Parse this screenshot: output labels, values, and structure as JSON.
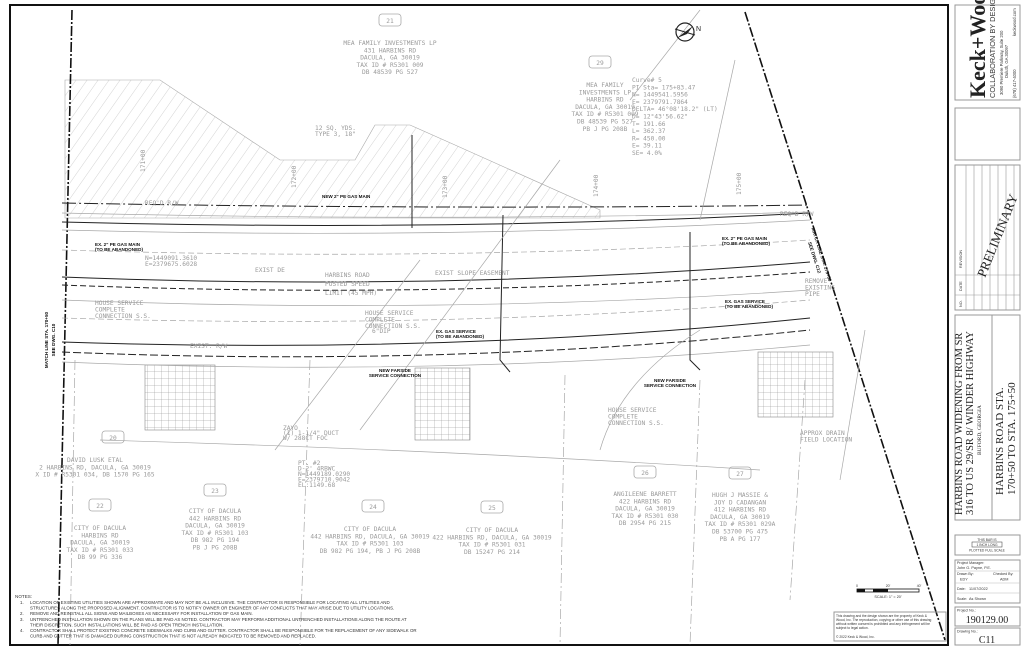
{
  "sheet": {
    "match_line_left": [
      "MATCH LINE STA. 170+50",
      "SEE DWG. C10"
    ],
    "match_line_right": [
      "MATCH LINE STA. 175+50",
      "SEE DWG. C12"
    ],
    "stations": [
      "171+00",
      "172+00",
      "173+00",
      "174+00",
      "175+00"
    ],
    "road_name": [
      "HARBINS ROAD",
      "POSTED SPEED",
      "LIMIT (45 MPH)"
    ],
    "north_arrow": "north-arrow-icon",
    "riprap": [
      "12 SQ. YDS.",
      "TYPE 3, 18\""
    ],
    "reqd_rw": "REQ'D R/W",
    "exist_slope_easement": "EXIST SLOPE EASEMENT",
    "exist_de": "EXIST DE",
    "exist_rw": "EXIST. R/W",
    "house_service": [
      "HOUSE SERVICE",
      "COMPLETE",
      "CONNECTION S.S."
    ],
    "dip": "6\"DIP",
    "remove_pipe": [
      "REMOVE",
      "EXISTING",
      "PIPE"
    ],
    "drain_field": [
      "APPROX DRAIN",
      "FIELD LOCATION"
    ],
    "coord_left": [
      "N=1449091.3610",
      "E=2379675.6028"
    ],
    "pt2": [
      "PT. #2",
      "D-2' 4RBWC",
      "N=1449189.0290",
      "E=2379710.9042",
      "EL:1149.68"
    ],
    "zayo": [
      "ZAYO",
      "(1) 1-1/4\" DUCT",
      "W/ 288CT FOC"
    ],
    "callouts": {
      "new_gas_main": "NEW 2\" PE GAS MAIN",
      "ex_gas_main_left": [
        "EX. 2\" PE GAS MAIN",
        "(TO BE ABANDONED)"
      ],
      "ex_gas_main_right": [
        "EX. 2\" PE GAS MAIN",
        "(TO BE ABANDONED)"
      ],
      "ex_gas_service_1": [
        "EX. GAS SERVICE",
        "(TO BE ABANDONED)"
      ],
      "ex_gas_service_2": [
        "EX. GAS SERVICE",
        "(TO BE ABANDONED)"
      ],
      "new_farside_1": [
        "NEW FARSIDE",
        "SERVICE CONNECTION"
      ],
      "new_farside_2": [
        "NEW FARSIDE",
        "SERVICE CONNECTION"
      ]
    },
    "curve": [
      "Curve# 5",
      "PI Sta= 175+83.47",
      "N= 1449541.5956",
      "E= 2379791.7864",
      "DELTA= 46°08'18.2\" (LT)",
      "D= 12°43'56.62\"",
      "T= 191.66",
      "L= 362.37",
      "R= 450.00",
      "E= 39.11",
      "SE= 4.0%"
    ],
    "parcels": [
      {
        "id": "21",
        "lines": [
          "MEA FAMILY INVESTMENTS LP",
          "431 HARBINS RD",
          "DACULA, GA 30019",
          "TAX ID # R5301 009",
          "DB 48539 PG 527"
        ]
      },
      {
        "id": "29",
        "lines": [
          "MEA FAMILY",
          "INVESTMENTS LP",
          "HARBINS RD",
          "DACULA, GA 30019",
          "TAX ID # R5301 009",
          "DB 48539 PG 527",
          "PB J PG 208B"
        ]
      },
      {
        "id": "20",
        "lines": [
          "DAVID LUSK ETAL",
          "2 HARBINS RD, DACULA, GA 30019",
          "X ID # R5301 034, DB 1570 PG 165"
        ]
      },
      {
        "id": "22",
        "lines": [
          "CITY OF DACULA",
          "HARBINS RD",
          "DACULA, GA 30019",
          "TAX ID # R5301 033",
          "DB 99 PG 336"
        ]
      },
      {
        "id": "23",
        "lines": [
          "CITY OF DACULA",
          "442 HARBINS RD",
          "DACULA, GA 30019",
          "TAX ID # R5301 103",
          "DB 982 PG 194",
          "PB J PG 208B"
        ]
      },
      {
        "id": "24",
        "lines": [
          "CITY OF DACULA",
          "442 HARBINS RD, DACULA, GA 30019",
          "TAX ID # R5301 103",
          "DB 982 PG 194, PB J PG 208B"
        ]
      },
      {
        "id": "25",
        "lines": [
          "CITY OF DACULA",
          "422 HARBINS RD, DACULA, GA 30019",
          "TAX ID # R5301 031",
          "DB 15247 PG 214"
        ]
      },
      {
        "id": "26",
        "lines": [
          "ANGILEENE BARRETT",
          "422 HARBINS RD",
          "DACULA, GA 30019",
          "TAX ID # R5301 030",
          "DB 2954 PG 215"
        ]
      },
      {
        "id": "27",
        "lines": [
          "HUGH J MASSIE &",
          "JOY D CADANGAN",
          "412 HARBINS RD",
          "DACULA, GA 30019",
          "TAX ID # R5301 029A",
          "DB 53700 PG 475",
          "PB A PG 177"
        ]
      }
    ],
    "scale_ticks": [
      "0",
      "20'",
      "40'"
    ],
    "scale_label": "SCALE: 1\" = 20'",
    "disclaimer": [
      "This drawing and the design shown are the property of Keck &",
      "Wood, Inc. The reproduction, copying or other use of this drawing",
      "without written consent is prohibited and any infringement will be",
      "subject to legal action."
    ],
    "copyright": "© 2022 Keck & Wood, Inc.",
    "notes_title": "NOTES:",
    "notes": [
      {
        "num": "1.",
        "lines": [
          "LOCATION OF EXISTING UTILITIES SHOWN ARE APPROXIMATE AND MAY NOT BE ALL INCLUSIVE.  THE CONTRACTOR IS RESPONSIBLE FOR LOCATING ALL UTILITIES AND",
          "STRUCTURES ALONG THE PROPOSED ALIGNMENT. CONTRACTOR IS TO NOTIFY OWNER OR ENGINEER OF ANY CONFLICTS THAT MAY ARISE DUE TO UTILITY LOCATIONS."
        ]
      },
      {
        "num": "2.",
        "lines": [
          "REMOVE AND REINSTALL ALL SIGNS AND MAILBOXES AS NECESSARY FOR INSTALLATION OF GAS MAIN."
        ]
      },
      {
        "num": "3.",
        "lines": [
          "UNTRENCHED INSTALLATION SHOWN ON THE PLANS WILL BE PAID AS NOTED. CONTRACTOR MAY PERFORM ADDITIONAL UNTRENCHED INSTALLATIONS ALONG THE ROUTE AT",
          "THEIR DISCRETION. SUCH INSTALLATIONS WILL BE PAID AS OPEN TRENCH INSTALLATION."
        ]
      },
      {
        "num": "4.",
        "lines": [
          "CONTRACTOR SHALL PROTECT EXISTING CONCRETE SIDEWALKS AND CURB AND GUTTER.  CONTRACTOR SHALL BE RESPONSIBLE FOR THE REPLACEMENT OF ANY SIDEWALK OR",
          "CURB AND GUTTER THAT IS DAMAGED DURING CONSTRUCTION THAT IS NOT ALREADY INDICATED TO BE REMOVED AND REPLACED."
        ]
      }
    ]
  },
  "title_block": {
    "logo": "Keck+Wood",
    "tagline": "COLLABORATION BY DESIGN",
    "address": [
      "3090 Premiere Parkway, Suite 200",
      "Duluth, GA 30097"
    ],
    "phone": "(678) 417-4000",
    "website": "keckwood.com",
    "brand_colors": {
      "navy": "#1f2d5c",
      "green": "#8dc63f"
    },
    "revision_headers": [
      "NO.",
      "DATE",
      "REVISION"
    ],
    "stamp": "PRELIMINARY",
    "stamp_color": "#e0201b",
    "project_title": [
      "HARBINS ROAD WIDENING FROM SR",
      "316 TO US 29/SR 8/ WINDER HIGHWAY"
    ],
    "location": "BUFORD, GEORGIA",
    "sheet_title": [
      "HARBINS ROAD STA.",
      "170+50 TO STA. 175+50"
    ],
    "bar_note": [
      "THIS BAR IS",
      "1 INCH LONG",
      "PLOTTED FULL SCALE"
    ],
    "project_manager_label": "Project Manager:",
    "project_manager": "John G. Payne, P.E.",
    "drawn_by_label": "Drawn By:",
    "drawn_by": "EDY",
    "checked_by_label": "Checked By:",
    "checked_by": "ADM",
    "date_label": "Date:",
    "date": "11/07/2022",
    "scale_label": "Scale:",
    "scale": "As Shown",
    "project_no_label": "Project No.:",
    "project_no": "190129.00",
    "drawing_no_label": "Drawing No.:",
    "drawing_no": "C11"
  }
}
